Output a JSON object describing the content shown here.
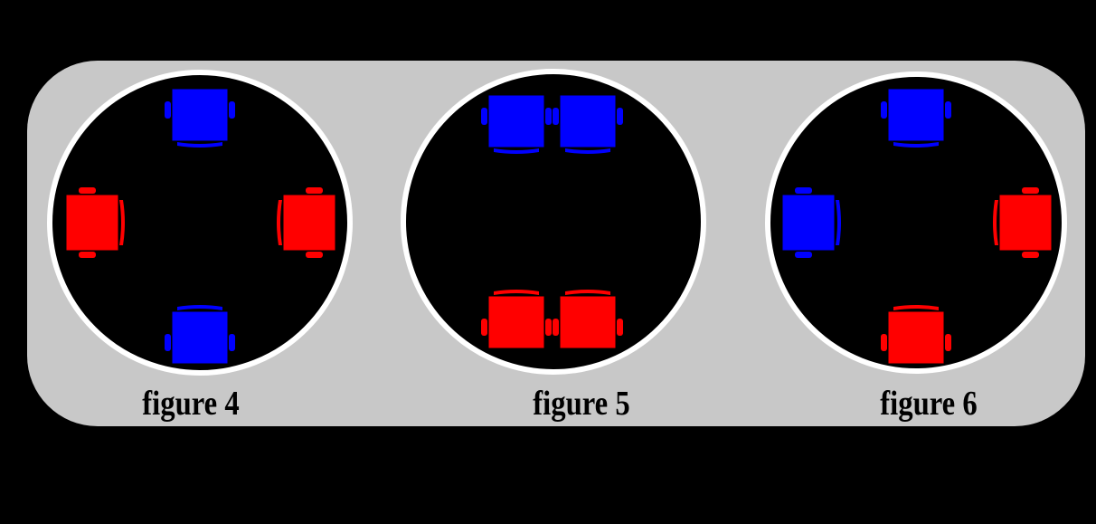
{
  "colors": {
    "background": "#000000",
    "panel": "#c8c8c8",
    "ring": "#ffffff",
    "table": "#000000",
    "blue": "#0000ff",
    "red": "#ff0000"
  },
  "figures": [
    {
      "label": "figure 4",
      "seats": [
        {
          "position": "top",
          "color": "blue",
          "faces": "down"
        },
        {
          "position": "left",
          "color": "red",
          "faces": "right"
        },
        {
          "position": "right",
          "color": "red",
          "faces": "left"
        },
        {
          "position": "bottom",
          "color": "blue",
          "faces": "up"
        }
      ]
    },
    {
      "label": "figure 5",
      "seats": [
        {
          "position": "top-left",
          "color": "blue",
          "faces": "down"
        },
        {
          "position": "top-right",
          "color": "blue",
          "faces": "down"
        },
        {
          "position": "bottom-left",
          "color": "red",
          "faces": "up"
        },
        {
          "position": "bottom-right",
          "color": "red",
          "faces": "up"
        }
      ]
    },
    {
      "label": "figure 6",
      "seats": [
        {
          "position": "top",
          "color": "blue",
          "faces": "down"
        },
        {
          "position": "left",
          "color": "blue",
          "faces": "right"
        },
        {
          "position": "right",
          "color": "red",
          "faces": "left"
        },
        {
          "position": "bottom",
          "color": "red",
          "faces": "up"
        }
      ]
    }
  ]
}
